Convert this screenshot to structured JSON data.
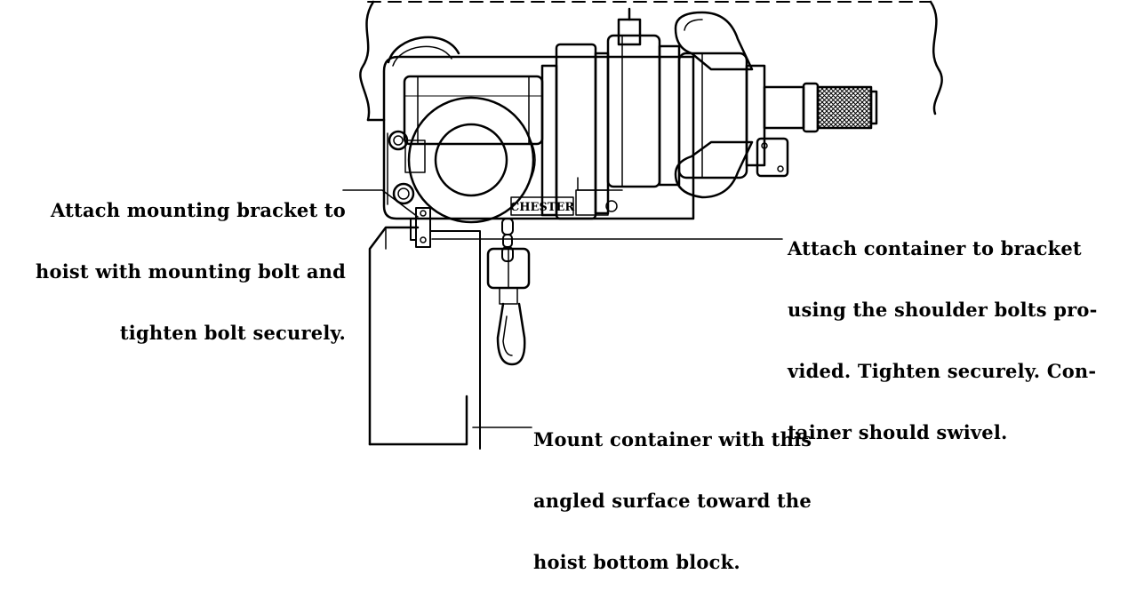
{
  "callouts": {
    "mount_bracket": {
      "lines": [
        "Attach mounting bracket to",
        "hoist with mounting bolt and",
        "tighten bolt securely."
      ]
    },
    "attach_container": {
      "lines": [
        "Attach container to bracket",
        "using the shoulder bolts pro-",
        "vided. Tighten securely. Con-",
        "tainer should swivel."
      ]
    },
    "angled_surface": {
      "lines": [
        "Mount container with this",
        "angled surface toward the",
        "hoist bottom block."
      ]
    }
  },
  "drawing": {
    "brand_label": "CHESTER",
    "line_color": "#000000",
    "background_color": "#ffffff"
  }
}
